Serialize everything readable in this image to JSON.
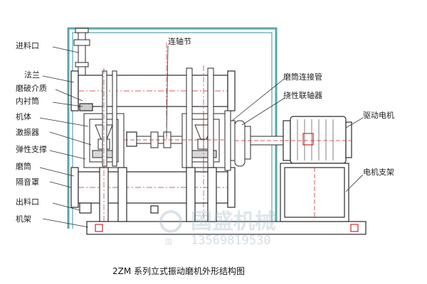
{
  "labels": {
    "feed_inlet": "进料口",
    "flange": "法兰",
    "grinding_media": "磨破介质",
    "liner": "内衬筒",
    "body": "机体",
    "exciter": "激振器",
    "elastic_support": "弹性支撑",
    "grinding_tube": "磨筒",
    "sound_cover": "隔音罩",
    "discharge_outlet": "出料口",
    "frame": "机架",
    "shaft_joint": "连轴节",
    "tube_connector": "磨筒连接管",
    "flex_coupling": "挠性联轴器",
    "drive_motor": "驱动电机",
    "motor_bracket": "电机支架"
  },
  "caption": "2ZM 系列立式振动磨机外形结构图",
  "watermark": {
    "brand": "国盛机械",
    "phone": "13569819530",
    "prefix": "国"
  },
  "colors": {
    "line": "#2a2a2a",
    "housing": "#5aa6aa",
    "accent": "#cc2a2a",
    "leader": "#333333"
  }
}
